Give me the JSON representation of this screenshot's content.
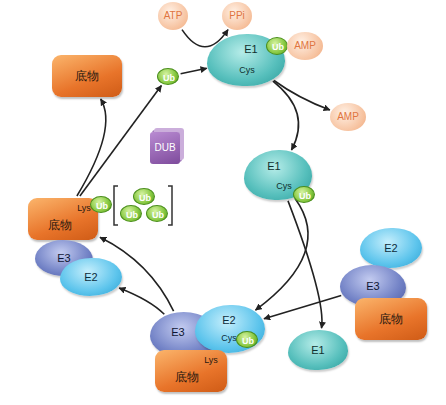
{
  "diagram": {
    "nodes": [
      {
        "text": [
          "ATP"
        ]
      },
      {
        "text": [
          "PPi"
        ]
      },
      {
        "text": [
          "底物"
        ]
      },
      {
        "text": [
          "Ub"
        ]
      },
      {
        "text": [
          "E1",
          "Cys"
        ]
      },
      {
        "text": [
          "Ub"
        ]
      },
      {
        "text": [
          "AMP"
        ]
      },
      {
        "text": [
          "AMP"
        ]
      },
      {
        "text": [
          "DUB"
        ]
      },
      {
        "text": [
          "E1",
          "Cys"
        ]
      },
      {
        "text": [
          "Ub"
        ]
      },
      {
        "text": [
          "Lys",
          "底物"
        ]
      },
      {
        "text": [
          "Ub"
        ]
      },
      {
        "text": [
          "Ub"
        ]
      },
      {
        "text": [
          "Ub"
        ]
      },
      {
        "text": [
          "Ub"
        ]
      },
      {
        "text": [
          "E2"
        ]
      },
      {
        "text": [
          "E3"
        ]
      },
      {
        "text": [
          "底物"
        ]
      },
      {
        "text": [
          "E3"
        ]
      },
      {
        "text": [
          "E2"
        ]
      },
      {
        "text": [
          "E3"
        ]
      },
      {
        "text": [
          "E2",
          "Cys"
        ]
      },
      {
        "text": [
          "Ub"
        ]
      },
      {
        "text": [
          "Lys",
          "底物"
        ]
      },
      {
        "text": [
          "E1"
        ]
      }
    ],
    "edges": [
      {
        "from": 0,
        "to": 1,
        "arrow": "to"
      },
      {
        "from": 3,
        "to": 4,
        "arrow": "to"
      },
      {
        "from": 4,
        "to": 9,
        "arrow": "to"
      },
      {
        "from": 4,
        "to": 7,
        "arrow": "to"
      },
      {
        "from": 9,
        "to": 22,
        "arrow": "to"
      },
      {
        "from": 9,
        "to": 25,
        "arrow": "to"
      },
      {
        "from": 17,
        "to": 22,
        "arrow": "to"
      },
      {
        "from": 21,
        "to": 11,
        "arrow": "to"
      },
      {
        "from": 21,
        "to": 20,
        "arrow": "to"
      },
      {
        "from": 11,
        "to": 3,
        "arrow": "to"
      },
      {
        "from": 11,
        "to": 2,
        "arrow": "to"
      }
    ]
  }
}
